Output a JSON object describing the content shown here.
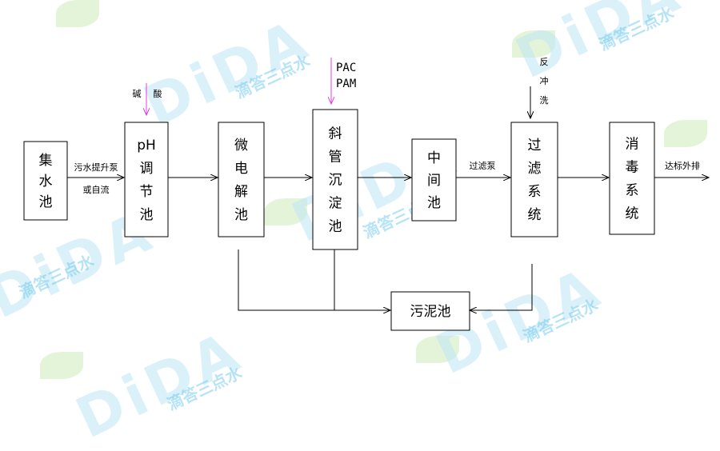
{
  "watermark": {
    "logo": "DiDA",
    "sub": "滴答三点水"
  },
  "boxes": [
    {
      "id": "collect",
      "label": [
        "集",
        "水",
        "池"
      ]
    },
    {
      "id": "ph",
      "label": [
        "pH",
        "调",
        "节",
        "池"
      ]
    },
    {
      "id": "micro",
      "label": [
        "微",
        "电",
        "解",
        "池"
      ]
    },
    {
      "id": "incline",
      "label": [
        "斜",
        "管",
        "沉",
        "淀",
        "池"
      ]
    },
    {
      "id": "middle",
      "label": [
        "中",
        "间",
        "池"
      ]
    },
    {
      "id": "filter",
      "label": [
        "过",
        "滤",
        "系",
        "统"
      ]
    },
    {
      "id": "disinfect",
      "label": [
        "消",
        "毒",
        "系",
        "统"
      ]
    },
    {
      "id": "sludge",
      "label": [
        "污泥池"
      ]
    }
  ],
  "edge_labels": {
    "collect_to_ph_line1": "污水提升泵",
    "collect_to_ph_line2": "或自流",
    "middle_to_filter": "过滤泵",
    "output": "达标外排"
  },
  "dosing": {
    "alkali": "碱",
    "acid": "酸",
    "pac": "PAC",
    "pam": "PAM",
    "backwash": [
      "反",
      "冲",
      "洗"
    ]
  },
  "colors": {
    "line": "#000000",
    "dosing_arrow": "#e040e0",
    "box_fill": "#ffffff"
  }
}
